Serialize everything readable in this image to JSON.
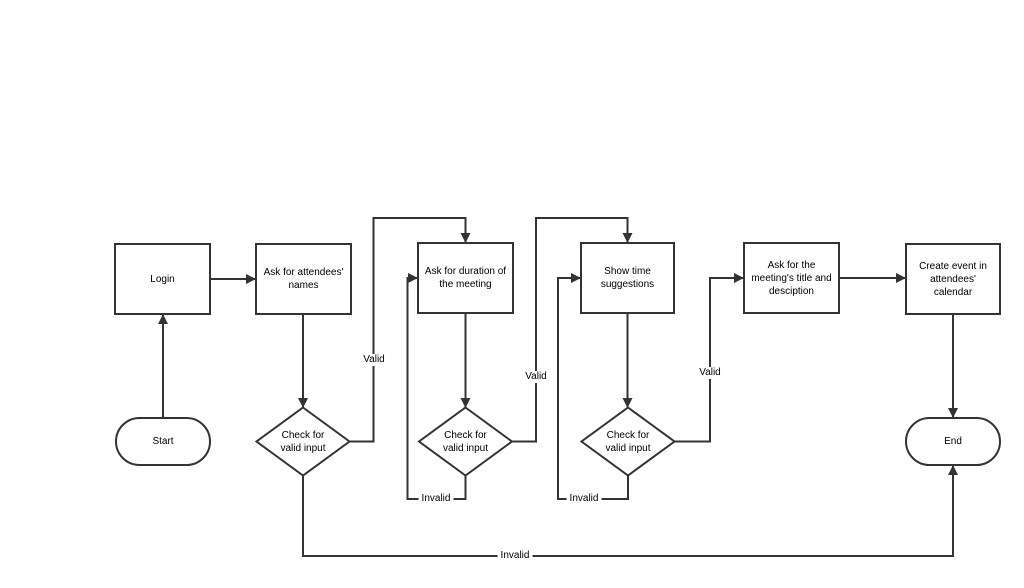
{
  "diagram": {
    "colors": {
      "background": "#ffffff",
      "stroke": "#333333",
      "text": "#000000"
    },
    "nodes": {
      "start": {
        "type": "terminator",
        "label": "Start"
      },
      "login": {
        "type": "process",
        "label": "Login"
      },
      "ask_attendees_names": {
        "type": "process",
        "label": "Ask for attendees'\nnames"
      },
      "check_valid_input_1": {
        "type": "decision",
        "label": "Check for\nvalid input"
      },
      "ask_meeting_duration": {
        "type": "process",
        "label": "Ask for duration of\nthe meeting"
      },
      "check_valid_input_2": {
        "type": "decision",
        "label": "Check for\nvalid input"
      },
      "show_time_suggestions": {
        "type": "process",
        "label": "Show time\nsuggestions"
      },
      "check_valid_input_3": {
        "type": "decision",
        "label": "Check for\nvalid input"
      },
      "ask_meeting_title_description": {
        "type": "process",
        "label": "Ask for the\nmeeting's title and\ndesciption"
      },
      "create_event": {
        "type": "process",
        "label": "Create event in\nattendees'\ncalendar"
      },
      "end": {
        "type": "terminator",
        "label": "End"
      }
    },
    "edges": {
      "start_to_login": {
        "from": "start",
        "to": "login"
      },
      "login_to_ask_attendees": {
        "from": "login",
        "to": "ask_attendees_names"
      },
      "ask_attendees_to_check_1": {
        "from": "ask_attendees_names",
        "to": "check_valid_input_1"
      },
      "check_1_valid_to_ask_duration": {
        "from": "check_valid_input_1",
        "to": "ask_meeting_duration",
        "label": "Valid"
      },
      "check_1_invalid_to_end": {
        "from": "check_valid_input_1",
        "to": "end",
        "label": "Invalid"
      },
      "ask_duration_to_check_2": {
        "from": "ask_meeting_duration",
        "to": "check_valid_input_2"
      },
      "check_2_valid_to_show_time": {
        "from": "check_valid_input_2",
        "to": "show_time_suggestions",
        "label": "Valid"
      },
      "check_2_invalid_to_ask_duration": {
        "from": "check_valid_input_2",
        "to": "ask_meeting_duration",
        "label": "Invalid"
      },
      "show_time_to_check_3": {
        "from": "show_time_suggestions",
        "to": "check_valid_input_3"
      },
      "check_3_valid_to_ask_title": {
        "from": "check_valid_input_3",
        "to": "ask_meeting_title_description",
        "label": "Valid"
      },
      "check_3_invalid_to_show_time": {
        "from": "check_valid_input_3",
        "to": "show_time_suggestions",
        "label": "Invalid"
      },
      "ask_title_to_create_event": {
        "from": "ask_meeting_title_description",
        "to": "create_event"
      },
      "create_event_to_end": {
        "from": "create_event",
        "to": "end"
      }
    }
  }
}
